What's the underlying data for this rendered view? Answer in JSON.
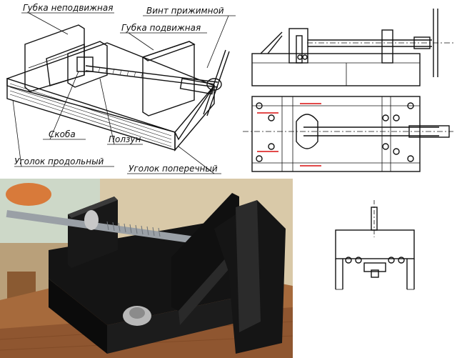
{
  "labels": {
    "fixed_jaw": "Губка неподвижная",
    "clamp_screw": "Винт прижимной",
    "movable_jaw": "Губка подвижная",
    "bracket": "Скоба",
    "slider": "Ползун",
    "long_angle": "Уголок продольный",
    "cross_angle": "Уголок поперечный"
  },
  "colors": {
    "ink": "#111111",
    "highlight": "#e24a4a",
    "steel_black": "#141414",
    "table_wood": "#a66a3c"
  }
}
